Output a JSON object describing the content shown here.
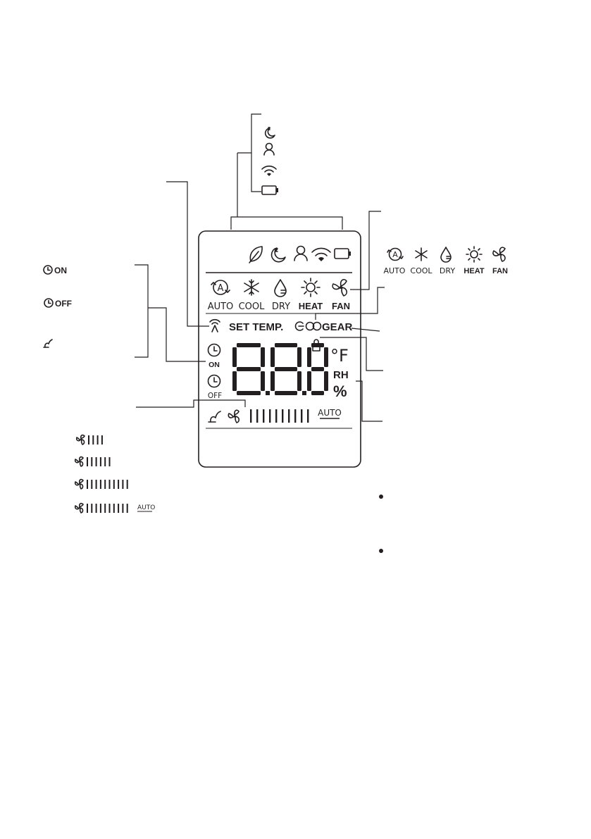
{
  "display": {
    "mode_labels": [
      "AUTO",
      "COOL",
      "DRY",
      "HEAT",
      "FAN"
    ],
    "set_temp": "SET TEMP.",
    "gear": "GEAR",
    "deg_f": "°F",
    "rh": "RH",
    "percent": "%",
    "auto": "AUTO",
    "timer_on": "ON",
    "timer_off": "OFF"
  },
  "callouts": {
    "timer_on": "ON",
    "timer_off": "OFF",
    "mode_labels": [
      "AUTO",
      "COOL",
      "DRY",
      "HEAT",
      "FAN"
    ],
    "fan_auto": "AUTO"
  },
  "fan_levels": [
    {
      "bars": 4
    },
    {
      "bars": 6
    },
    {
      "bars": 10
    },
    {
      "bars": 10,
      "auto": true
    }
  ],
  "icons": [
    "leaf-icon",
    "sleep-moon-icon",
    "person-icon",
    "wifi-icon",
    "battery-icon",
    "auto-mode-icon",
    "snowflake-icon",
    "droplet-icon",
    "sun-icon",
    "fan-icon",
    "signal-icon",
    "eco-icon",
    "lock-icon",
    "clock-icon",
    "swing-icon"
  ]
}
